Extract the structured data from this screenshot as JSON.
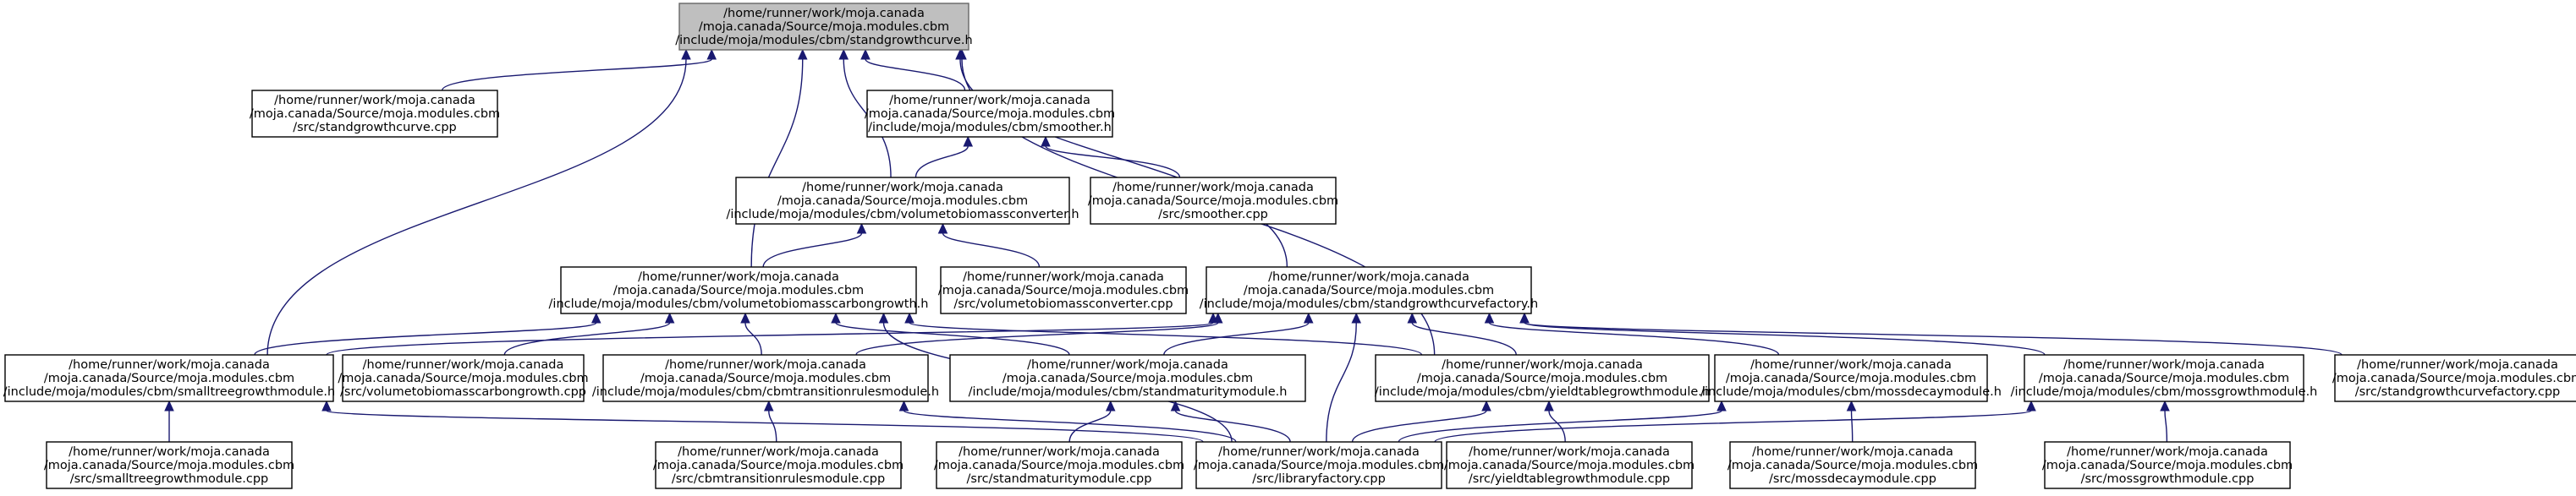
{
  "colors": {
    "edge": "#191970",
    "root_fill": "#bfbfbf",
    "node_fill": "#ffffff",
    "node_border": "#000000"
  },
  "nodes": {
    "standgrowthcurve_h": [
      "/home/runner/work/moja.canada",
      "/moja.canada/Source/moja.modules.cbm",
      "/include/moja/modules/cbm/standgrowthcurve.h"
    ],
    "standgrowthcurve_cpp": [
      "/home/runner/work/moja.canada",
      "/moja.canada/Source/moja.modules.cbm",
      "/src/standgrowthcurve.cpp"
    ],
    "smoother_h": [
      "/home/runner/work/moja.canada",
      "/moja.canada/Source/moja.modules.cbm",
      "/include/moja/modules/cbm/smoother.h"
    ],
    "vbc_h": [
      "/home/runner/work/moja.canada",
      "/moja.canada/Source/moja.modules.cbm",
      "/include/moja/modules/cbm/volumetobiomassconverter.h"
    ],
    "smoother_cpp": [
      "/home/runner/work/moja.canada",
      "/moja.canada/Source/moja.modules.cbm",
      "/src/smoother.cpp"
    ],
    "vbcg_h": [
      "/home/runner/work/moja.canada",
      "/moja.canada/Source/moja.modules.cbm",
      "/include/moja/modules/cbm/volumetobiomasscarbongrowth.h"
    ],
    "vbc_cpp": [
      "/home/runner/work/moja.canada",
      "/moja.canada/Source/moja.modules.cbm",
      "/src/volumetobiomassconverter.cpp"
    ],
    "sgcf_h": [
      "/home/runner/work/moja.canada",
      "/moja.canada/Source/moja.modules.cbm",
      "/include/moja/modules/cbm/standgrowthcurvefactory.h"
    ],
    "stgm_h": [
      "/home/runner/work/moja.canada",
      "/moja.canada/Source/moja.modules.cbm",
      "/include/moja/modules/cbm/smalltreegrowthmodule.h"
    ],
    "vbcg_cpp": [
      "/home/runner/work/moja.canada",
      "/moja.canada/Source/moja.modules.cbm",
      "/src/volumetobiomasscarbongrowth.cpp"
    ],
    "ctr_h": [
      "/home/runner/work/moja.canada",
      "/moja.canada/Source/moja.modules.cbm",
      "/include/moja/modules/cbm/cbmtransitionrulesmodule.h"
    ],
    "smm_h": [
      "/home/runner/work/moja.canada",
      "/moja.canada/Source/moja.modules.cbm",
      "/include/moja/modules/cbm/standmaturitymodule.h"
    ],
    "ytg_h": [
      "/home/runner/work/moja.canada",
      "/moja.canada/Source/moja.modules.cbm",
      "/include/moja/modules/cbm/yieldtablegrowthmodule.h"
    ],
    "mdm_h": [
      "/home/runner/work/moja.canada",
      "/moja.canada/Source/moja.modules.cbm",
      "/include/moja/modules/cbm/mossdecaymodule.h"
    ],
    "mgm_h": [
      "/home/runner/work/moja.canada",
      "/moja.canada/Source/moja.modules.cbm",
      "/include/moja/modules/cbm/mossgrowthmodule.h"
    ],
    "sgcf_cpp": [
      "/home/runner/work/moja.canada",
      "/moja.canada/Source/moja.modules.cbm",
      "/src/standgrowthcurvefactory.cpp"
    ],
    "stgm_cpp": [
      "/home/runner/work/moja.canada",
      "/moja.canada/Source/moja.modules.cbm",
      "/src/smalltreegrowthmodule.cpp"
    ],
    "ctr_cpp": [
      "/home/runner/work/moja.canada",
      "/moja.canada/Source/moja.modules.cbm",
      "/src/cbmtransitionrulesmodule.cpp"
    ],
    "smm_cpp": [
      "/home/runner/work/moja.canada",
      "/moja.canada/Source/moja.modules.cbm",
      "/src/standmaturitymodule.cpp"
    ],
    "lib_cpp": [
      "/home/runner/work/moja.canada",
      "/moja.canada/Source/moja.modules.cbm",
      "/src/libraryfactory.cpp"
    ],
    "ytg_cpp": [
      "/home/runner/work/moja.canada",
      "/moja.canada/Source/moja.modules.cbm",
      "/src/yieldtablegrowthmodule.cpp"
    ],
    "mdm_cpp": [
      "/home/runner/work/moja.canada",
      "/moja.canada/Source/moja.modules.cbm",
      "/src/mossdecaymodule.cpp"
    ],
    "mgm_cpp": [
      "/home/runner/work/moja.canada",
      "/moja.canada/Source/moja.modules.cbm",
      "/src/mossgrowthmodule.cpp"
    ]
  },
  "edges": [
    [
      "standgrowthcurve_cpp",
      "standgrowthcurve_h"
    ],
    [
      "smoother_h",
      "standgrowthcurve_h"
    ],
    [
      "vbc_h",
      "standgrowthcurve_h"
    ],
    [
      "vbcg_h",
      "standgrowthcurve_h"
    ],
    [
      "sgcf_h",
      "standgrowthcurve_h"
    ],
    [
      "stgm_h",
      "standgrowthcurve_h"
    ],
    [
      "ytg_h",
      "standgrowthcurve_h"
    ],
    [
      "vbc_h",
      "smoother_h"
    ],
    [
      "smoother_cpp",
      "smoother_h"
    ],
    [
      "vbcg_h",
      "vbc_h"
    ],
    [
      "vbc_cpp",
      "vbc_h"
    ],
    [
      "stgm_h",
      "vbcg_h"
    ],
    [
      "vbcg_cpp",
      "vbcg_h"
    ],
    [
      "ctr_h",
      "vbcg_h"
    ],
    [
      "smm_h",
      "vbcg_h"
    ],
    [
      "ytg_h",
      "vbcg_h"
    ],
    [
      "lib_cpp",
      "vbcg_h"
    ],
    [
      "stgm_h",
      "sgcf_h"
    ],
    [
      "ctr_h",
      "sgcf_h"
    ],
    [
      "smm_h",
      "sgcf_h"
    ],
    [
      "ytg_h",
      "sgcf_h"
    ],
    [
      "mdm_h",
      "sgcf_h"
    ],
    [
      "mgm_h",
      "sgcf_h"
    ],
    [
      "sgcf_cpp",
      "sgcf_h"
    ],
    [
      "lib_cpp",
      "sgcf_h"
    ],
    [
      "stgm_cpp",
      "stgm_h"
    ],
    [
      "lib_cpp",
      "stgm_h"
    ],
    [
      "ctr_cpp",
      "ctr_h"
    ],
    [
      "lib_cpp",
      "ctr_h"
    ],
    [
      "smm_cpp",
      "smm_h"
    ],
    [
      "lib_cpp",
      "smm_h"
    ],
    [
      "lib_cpp",
      "ytg_h"
    ],
    [
      "ytg_cpp",
      "ytg_h"
    ],
    [
      "lib_cpp",
      "mdm_h"
    ],
    [
      "mdm_cpp",
      "mdm_h"
    ],
    [
      "lib_cpp",
      "mgm_h"
    ],
    [
      "mgm_cpp",
      "mgm_h"
    ]
  ]
}
